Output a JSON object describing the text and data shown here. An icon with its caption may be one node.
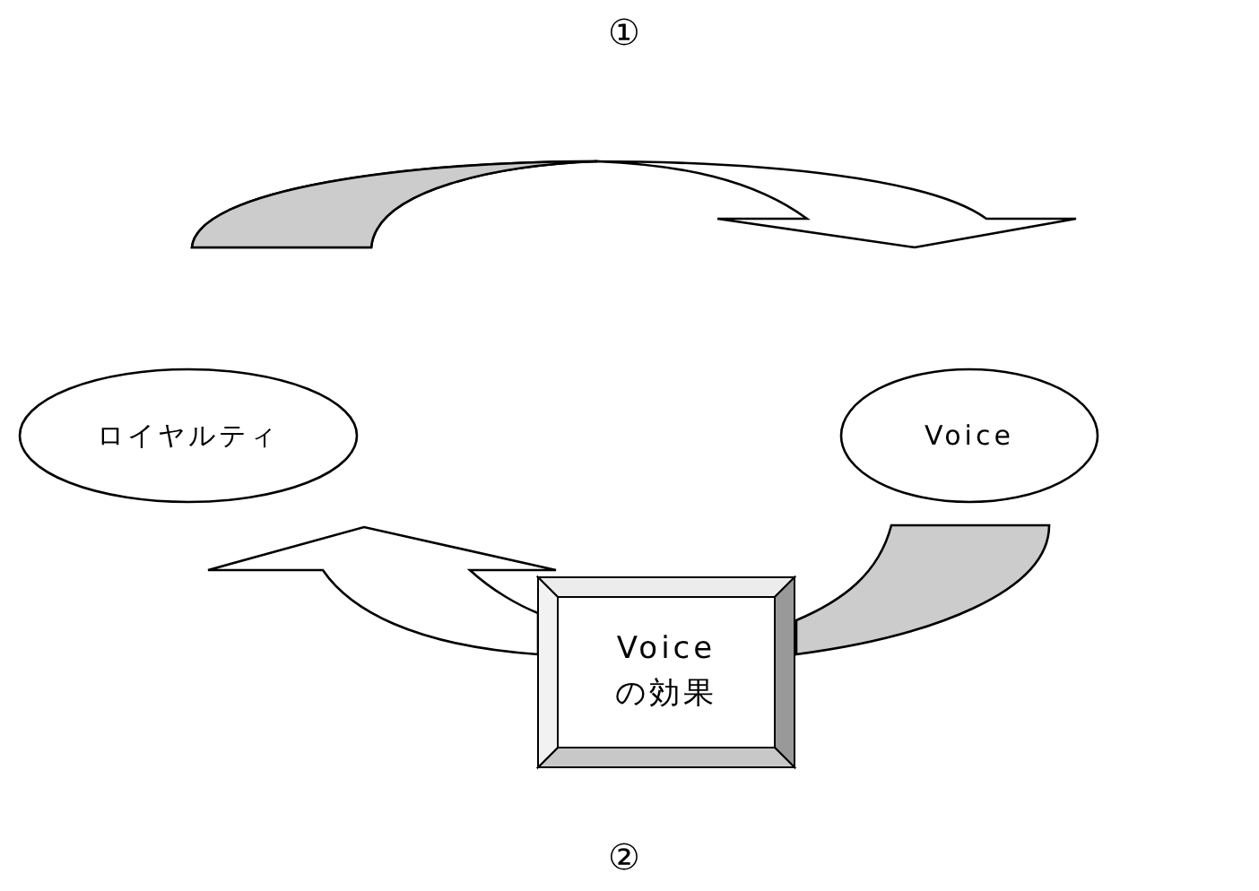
{
  "diagram": {
    "nodes": [
      {
        "text": [
          "ロイヤルティ"
        ]
      },
      {
        "text": [
          "Voice"
        ]
      },
      {
        "text": [
          "Voice の効果"
        ]
      }
    ],
    "edges": [
      {
        "from": 0,
        "to": 1,
        "arrow": "to"
      },
      {
        "from": 1,
        "to": 2,
        "arrow": "none"
      },
      {
        "from": 2,
        "to": 0,
        "arrow": "to"
      }
    ],
    "labels": [
      "①",
      "②"
    ]
  }
}
